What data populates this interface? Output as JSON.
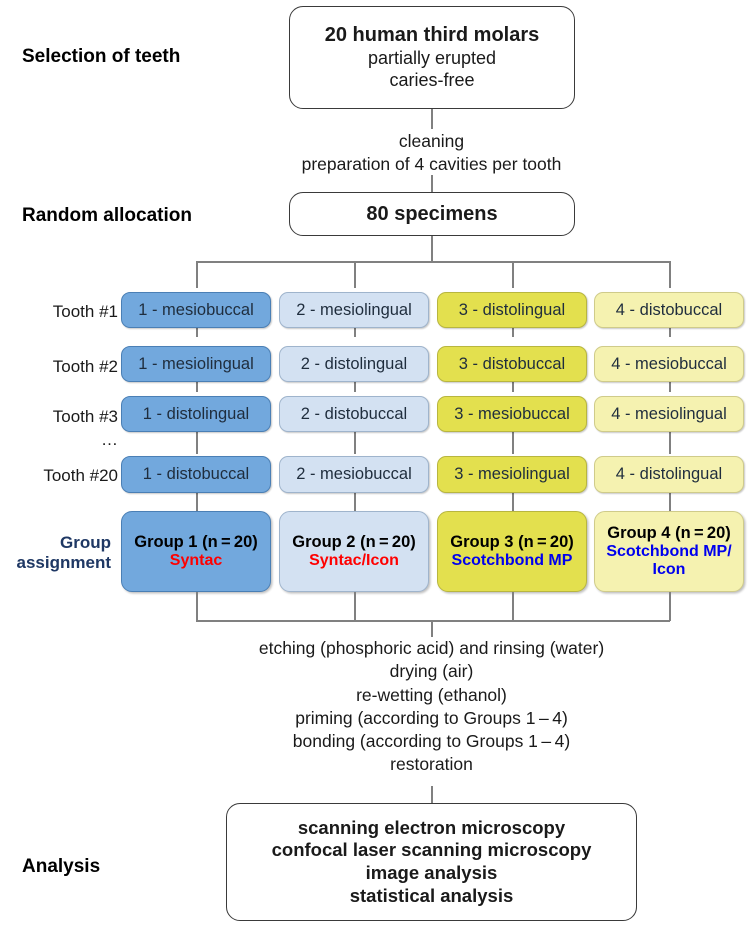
{
  "stages": {
    "selection": "Selection of teeth",
    "random_allocation": "Random allocation",
    "group_assignment_line1": "Group",
    "group_assignment_line2": "assignment",
    "analysis": "Analysis"
  },
  "top_box": {
    "line1": "20 human third molars",
    "line2": "partially erupted",
    "line3": "caries-free"
  },
  "step_text_1": {
    "line1": "cleaning",
    "line2": "preparation of 4 cavities per tooth"
  },
  "specimens_box": {
    "line1": "80 specimens"
  },
  "matrix": {
    "row_labels": [
      "Tooth #1",
      "Tooth #2",
      "Tooth #3",
      "…",
      "Tooth #20"
    ],
    "rows": [
      [
        "1 - mesiobuccal",
        "2 - mesiolingual",
        "3 - distolingual",
        "4 - distobuccal"
      ],
      [
        "1 - mesiolingual",
        "2 - distolingual",
        "3 - distobuccal",
        "4 - mesiobuccal"
      ],
      [
        "1 - distolingual",
        "2 - distobuccal",
        "3 - mesiobuccal",
        "4 - mesiolingual"
      ],
      [
        "1 - distobuccal",
        "2 - mesiobuccal",
        "3 - mesiolingual",
        "4 - distolingual"
      ]
    ]
  },
  "groups": [
    {
      "title": "Group 1 (n = 20)",
      "subtitle": "Syntac",
      "sub_color": "red",
      "fill": "#72a8dd"
    },
    {
      "title": "Group 2 (n = 20)",
      "subtitle": "Syntac/Icon",
      "sub_color": "red",
      "fill": "#d3e1f2"
    },
    {
      "title": "Group 3 (n = 20)",
      "subtitle": "Scotchbond MP",
      "sub_color": "blue",
      "fill": "#e3e04e"
    },
    {
      "title": "Group 4 (n = 20)",
      "subtitle": "Scotchbond MP/\nIcon",
      "sub_color": "blue",
      "fill": "#f5f2b0"
    }
  ],
  "step_text_2": {
    "line1": "etching (phosphoric acid) and rinsing (water)",
    "line2": "drying (air)",
    "line3": "re-wetting (ethanol)",
    "line4": "priming (according to Groups 1 – 4)",
    "line5": "bonding (according to Groups 1 – 4)",
    "line6": "restoration"
  },
  "analysis_box": {
    "line1": "scanning electron microscopy",
    "line2": "confocal laser scanning microscopy",
    "line3": "image analysis",
    "line4": "statistical analysis"
  },
  "colors": {
    "col1": "#72a8dd",
    "col2": "#d3e1f2",
    "col3": "#e3e04e",
    "col4": "#f5f2b0",
    "connector": "#808080",
    "group_label": "#1f3864",
    "accent_red": "#ff0000",
    "accent_blue": "#0000ee"
  }
}
